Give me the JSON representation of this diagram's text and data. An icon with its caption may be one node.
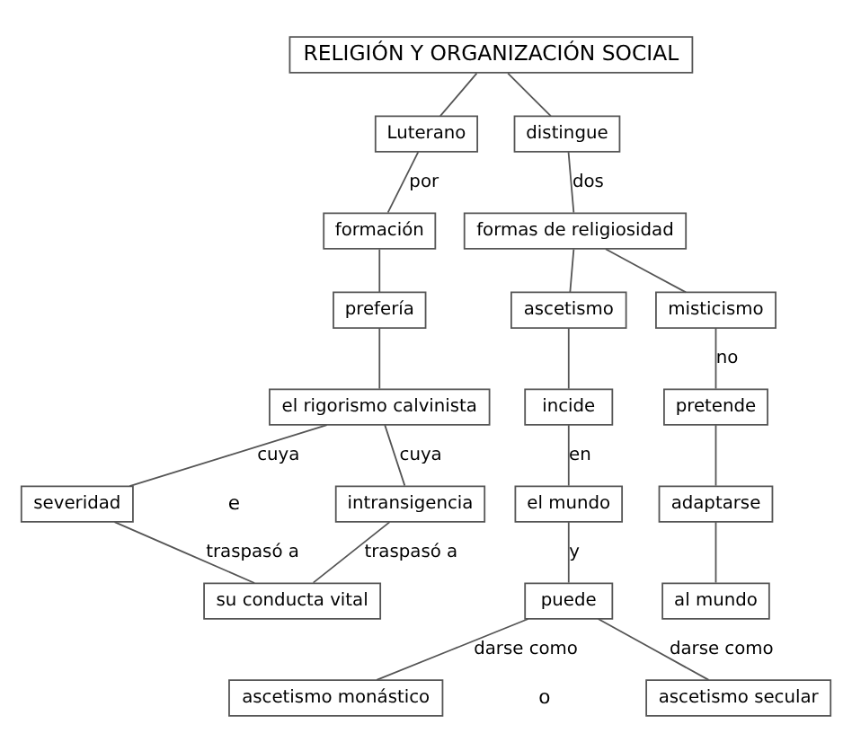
{
  "diagram": {
    "nodes": [
      {
        "text": [
          "RELIGIÓN Y ORGANIZACIÓN SOCIAL"
        ]
      },
      {
        "text": [
          "Luterano"
        ]
      },
      {
        "text": [
          "formación"
        ]
      },
      {
        "text": [
          "prefería"
        ]
      },
      {
        "text": [
          "el rigorismo calvinista"
        ]
      },
      {
        "text": [
          "severidad"
        ]
      },
      {
        "text": [
          "intransigencia"
        ]
      },
      {
        "text": [
          "su conducta vital"
        ]
      },
      {
        "text": [
          "distingue"
        ]
      },
      {
        "text": [
          "formas de religiosidad"
        ]
      },
      {
        "text": [
          "ascetismo"
        ]
      },
      {
        "text": [
          "misticismo"
        ]
      },
      {
        "text": [
          "incide"
        ]
      },
      {
        "text": [
          "el mundo"
        ]
      },
      {
        "text": [
          "puede"
        ]
      },
      {
        "text": [
          "ascetismo monástico"
        ]
      },
      {
        "text": [
          "ascetismo secular"
        ]
      },
      {
        "text": [
          "pretende"
        ]
      },
      {
        "text": [
          "adaptarse"
        ]
      },
      {
        "text": [
          "al mundo"
        ]
      }
    ],
    "edges": [
      {
        "from": 0,
        "to": 1,
        "arrow": "none"
      },
      {
        "from": 1,
        "to": 2,
        "arrow": "none",
        "label": "por"
      },
      {
        "from": 2,
        "to": 3,
        "arrow": "none"
      },
      {
        "from": 3,
        "to": 4,
        "arrow": "none"
      },
      {
        "from": 4,
        "to": 5,
        "arrow": "none",
        "label": "cuya"
      },
      {
        "from": 4,
        "to": 6,
        "arrow": "none",
        "label": "cuya"
      },
      {
        "from": 5,
        "to": 7,
        "arrow": "none",
        "label": "traspasó a"
      },
      {
        "from": 6,
        "to": 7,
        "arrow": "none",
        "label": "traspasó a"
      },
      {
        "from": 0,
        "to": 8,
        "arrow": "none"
      },
      {
        "from": 8,
        "to": 9,
        "arrow": "none",
        "label": "dos"
      },
      {
        "from": 9,
        "to": 10,
        "arrow": "none"
      },
      {
        "from": 9,
        "to": 11,
        "arrow": "none"
      },
      {
        "from": 10,
        "to": 12,
        "arrow": "none"
      },
      {
        "from": 12,
        "to": 13,
        "arrow": "none",
        "label": "en"
      },
      {
        "from": 13,
        "to": 14,
        "arrow": "none",
        "label": "y"
      },
      {
        "from": 14,
        "to": 15,
        "arrow": "none",
        "label": "darse como"
      },
      {
        "from": 14,
        "to": 16,
        "arrow": "none",
        "label": "darse como"
      },
      {
        "from": 11,
        "to": 17,
        "arrow": "none",
        "label": "no"
      },
      {
        "from": 17,
        "to": 18,
        "arrow": "none"
      },
      {
        "from": 18,
        "to": 19,
        "arrow": "none"
      }
    ],
    "labels": [
      "e",
      "o"
    ]
  }
}
